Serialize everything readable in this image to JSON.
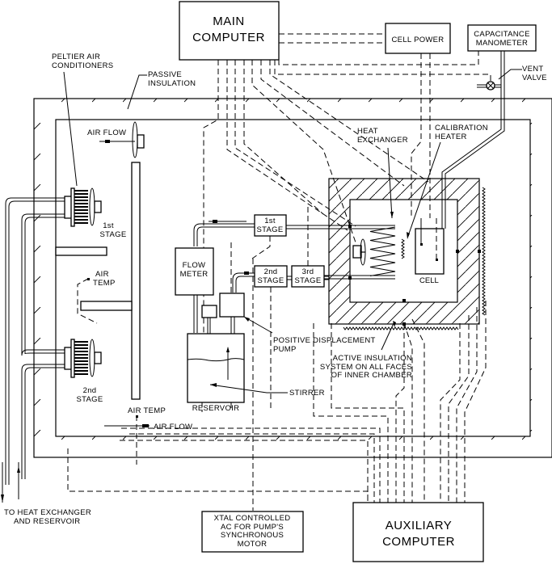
{
  "diagram": {
    "title": "Calorimeter control system schematic",
    "components": {
      "main_computer": [
        "MAIN",
        "COMPUTER"
      ],
      "cell_power": "CELL POWER",
      "capacitance_manometer": [
        "CAPACITANCE",
        "MANOMETER"
      ],
      "vent_valve": [
        "VENT",
        "VALVE"
      ],
      "auxiliary_computer": [
        "AUXILIARY",
        "COMPUTER"
      ],
      "xtal_controller": [
        "XTAL CONTROLLED",
        "AC FOR PUMP'S",
        "SYNCHRONOUS",
        "MOTOR"
      ],
      "flow_meter": [
        "FLOW",
        "METER"
      ],
      "stage_1_box": [
        "1st",
        "STAGE"
      ],
      "stage_2_box": [
        "2nd",
        "STAGE"
      ],
      "stage_3_box": [
        "3rd",
        "STAGE"
      ],
      "cell": "CELL",
      "reservoir": "RESERVOIR"
    },
    "labels": {
      "peltier": [
        "PELTIER AIR",
        "CONDITIONERS"
      ],
      "passive_insulation": [
        "PASSIVE",
        "INSULATION"
      ],
      "air_flow_top": "AIR FLOW",
      "air_flow_bottom": "AIR FLOW",
      "peltier_stage_1": [
        "1st",
        "STAGE"
      ],
      "peltier_stage_2": [
        "2nd",
        "STAGE"
      ],
      "air_temp_mid": [
        "AIR",
        "TEMP"
      ],
      "air_temp_bottom": "AIR TEMP",
      "heat_exchanger": [
        "HEAT",
        "EXCHANGER"
      ],
      "calibration_heater": [
        "CALIBRATION",
        "HEATER"
      ],
      "positive_displacement_pump": [
        "POSITIVE DISPLACEMENT",
        "PUMP"
      ],
      "active_insulation": [
        "ACTIVE INSULATION",
        "SYSTEM ON ALL FACES",
        "OF INNER CHAMBER"
      ],
      "stirrer": "STIRRER",
      "to_heat_exchanger": [
        "TO HEAT EXCHANGER",
        "AND RESERVOIR"
      ]
    }
  }
}
